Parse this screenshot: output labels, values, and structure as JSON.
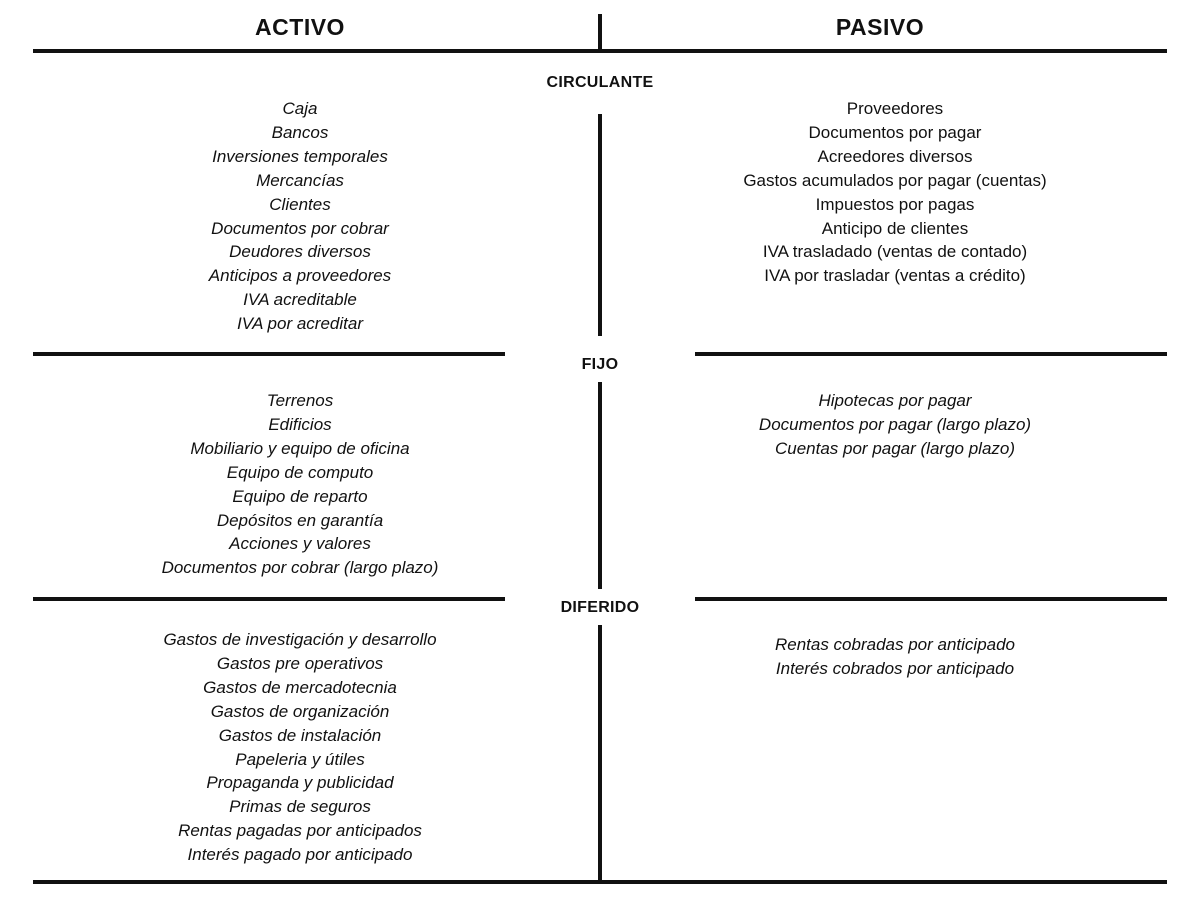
{
  "headers": {
    "left": "ACTIVO",
    "right": "PASIVO"
  },
  "sections": {
    "circulante": {
      "title": "CIRCULANTE",
      "activo": [
        "Caja",
        "Bancos",
        "Inversiones temporales",
        "Mercancías",
        "Clientes",
        "Documentos por cobrar",
        "Deudores diversos",
        "Anticipos a proveedores",
        "IVA acreditable",
        "IVA por acreditar"
      ],
      "pasivo": [
        "Proveedores",
        "Documentos por pagar",
        "Acreedores diversos",
        "Gastos acumulados por pagar (cuentas)",
        "Impuestos por pagas",
        "Anticipo de clientes",
        "IVA trasladado (ventas de contado)",
        "IVA por trasladar (ventas a crédito)"
      ]
    },
    "fijo": {
      "title": "FIJO",
      "activo": [
        "Terrenos",
        "Edificios",
        "Mobiliario y equipo de oficina",
        "Equipo de computo",
        "Equipo de reparto",
        "Depósitos en garantía",
        "Acciones y valores",
        "Documentos por cobrar (largo plazo)"
      ],
      "pasivo": [
        "Hipotecas por pagar",
        "Documentos por pagar (largo plazo)",
        "Cuentas por pagar (largo plazo)"
      ]
    },
    "diferido": {
      "title": "DIFERIDO",
      "activo": [
        "Gastos de investigación y desarrollo",
        "Gastos pre operativos",
        "Gastos de mercadotecnia",
        "Gastos de organización",
        "Gastos de instalación",
        "Papeleria y útiles",
        "Propaganda y publicidad",
        "Primas de seguros",
        "Rentas pagadas por anticipados",
        "Interés pagado por anticipado"
      ],
      "pasivo": [
        "Rentas cobradas por anticipado",
        "Interés cobrados por anticipado"
      ]
    }
  }
}
